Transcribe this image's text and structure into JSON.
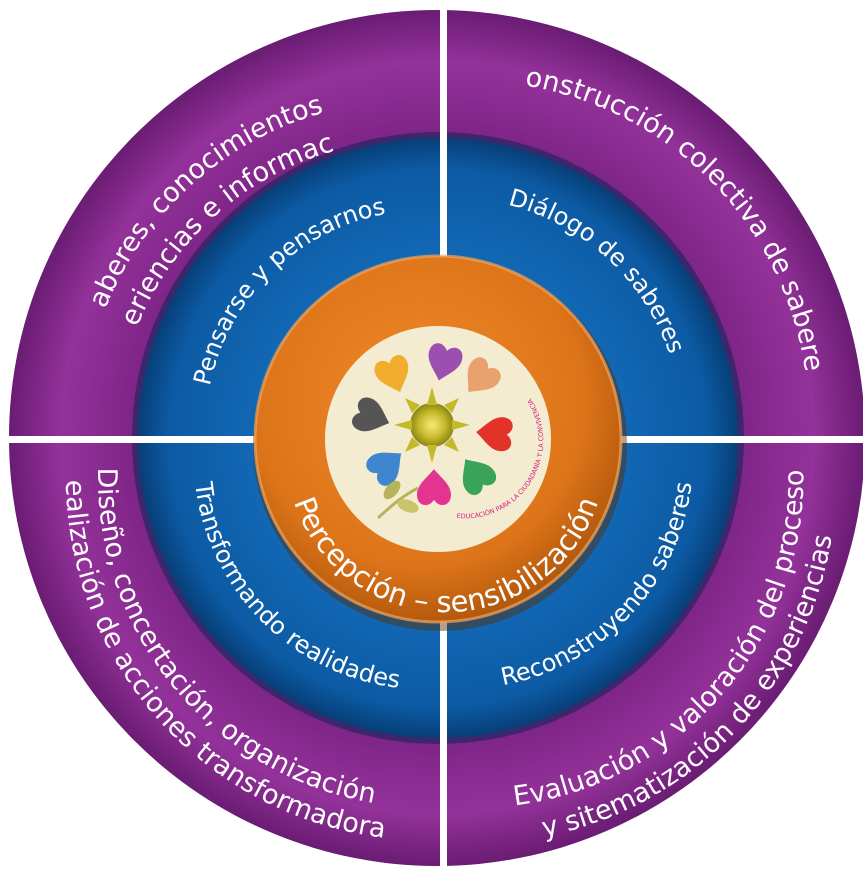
{
  "outer_ring": {
    "quadrant_top_left": {
      "line1": "Saberes, conocimientos,",
      "line2": "experiencias e información"
    },
    "quadrant_top_right": {
      "line1": "Construcción colectiva de saberes"
    },
    "quadrant_bottom_left": {
      "line1": "Diseño, concertación, organización y",
      "line2": "realización de acciones transformadoras"
    },
    "quadrant_bottom_right": {
      "line1": "Evaluación y valoración del proceso",
      "line2": "y sitematización de experiencias"
    }
  },
  "middle_ring": {
    "top_left": "Pensarse y pensarnos",
    "top_right": "Diálogo de saberes",
    "bottom_left": "Transformando realidades",
    "bottom_right": "Reconstruyendo saberes"
  },
  "center": {
    "label": "Percepción – sensibilización",
    "logo_text": "EDUCACIÓN PARA LA CIUDADANÍA Y LA CONVIVENCIA"
  },
  "colors": {
    "outer_ring": "#8a2c8f",
    "middle_ring": "#0f62ad",
    "inner_ring": "#e07a1f",
    "logo_background": "#f3ecd0",
    "divider": "#ffffff"
  }
}
